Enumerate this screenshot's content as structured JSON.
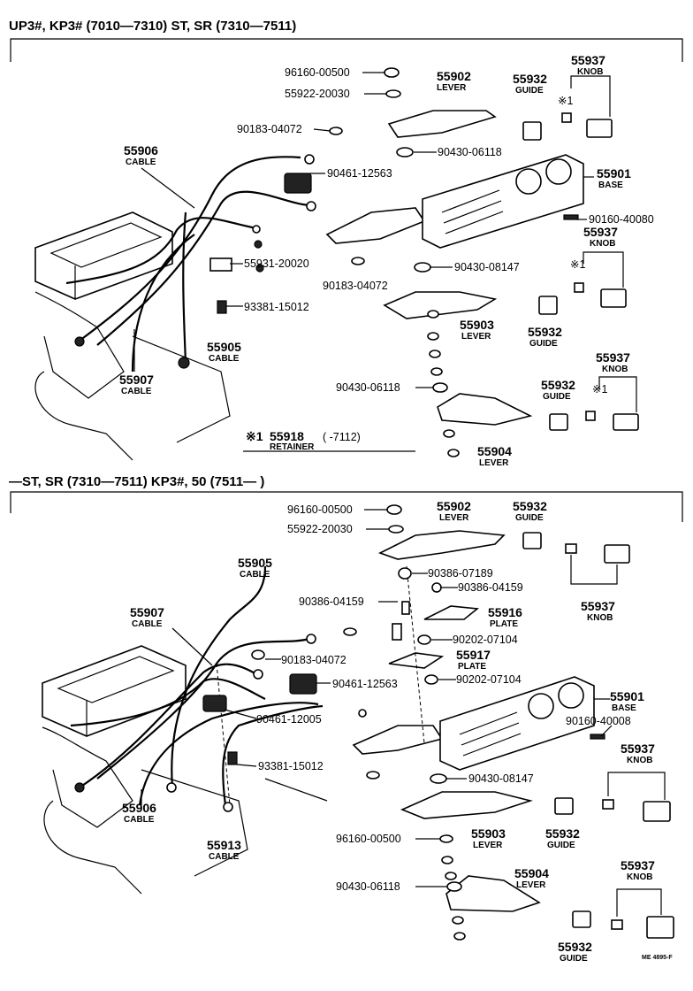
{
  "sections": [
    {
      "header": "UP3#, KP3# (7010—7310)  ST, SR (7310—7511)",
      "labels": [
        {
          "id": "s1-96160-00500",
          "text": "96160-00500"
        },
        {
          "id": "s1-55922-20030",
          "text": "55922-20030"
        },
        {
          "id": "s1-55902",
          "text": "55902",
          "sub": "LEVER"
        },
        {
          "id": "s1-55932-a",
          "text": "55932",
          "sub": "GUIDE"
        },
        {
          "id": "s1-55937-a",
          "text": "55937",
          "sub": "KNOB"
        },
        {
          "id": "s1-star1-a",
          "text": "※1"
        },
        {
          "id": "s1-90183-04072-a",
          "text": "90183-04072"
        },
        {
          "id": "s1-55906",
          "text": "55906",
          "sub": "CABLE"
        },
        {
          "id": "s1-90430-06118-a",
          "text": "90430-06118"
        },
        {
          "id": "s1-90461-12563",
          "text": "90461-12563"
        },
        {
          "id": "s1-55901",
          "text": "55901",
          "sub": "BASE"
        },
        {
          "id": "s1-90160-40080",
          "text": "90160-40080"
        },
        {
          "id": "s1-55937-b",
          "text": "55937",
          "sub": "KNOB"
        },
        {
          "id": "s1-55931-20020",
          "text": "55931-20020"
        },
        {
          "id": "s1-star1-b",
          "text": "※1"
        },
        {
          "id": "s1-90183-04072-b",
          "text": "90183-04072"
        },
        {
          "id": "s1-90430-08147",
          "text": "90430-08147"
        },
        {
          "id": "s1-93381-15012",
          "text": "93381-15012"
        },
        {
          "id": "s1-55903",
          "text": "55903",
          "sub": "LEVER"
        },
        {
          "id": "s1-55932-b",
          "text": "55932",
          "sub": "GUIDE"
        },
        {
          "id": "s1-55905",
          "text": "55905",
          "sub": "CABLE"
        },
        {
          "id": "s1-55937-c",
          "text": "55937",
          "sub": "KNOB"
        },
        {
          "id": "s1-55907",
          "text": "55907",
          "sub": "CABLE"
        },
        {
          "id": "s1-90430-06118-b",
          "text": "90430-06118"
        },
        {
          "id": "s1-55932-c",
          "text": "55932",
          "sub": "GUIDE"
        },
        {
          "id": "s1-star1-c",
          "text": "※1"
        },
        {
          "id": "s1-55904",
          "text": "55904",
          "sub": "LEVER"
        }
      ],
      "note": {
        "mark": "※1",
        "part": "55918",
        "range": "(       -7112)",
        "sub": "RETAINER"
      }
    },
    {
      "header": "—ST, SR (7310—7511)  KP3#, 50 (7511—        )",
      "labels": [
        {
          "id": "s2-96160-00500-a",
          "text": "96160-00500"
        },
        {
          "id": "s2-55922-20030",
          "text": "55922-20030"
        },
        {
          "id": "s2-55902",
          "text": "55902",
          "sub": "LEVER"
        },
        {
          "id": "s2-55932-a",
          "text": "55932",
          "sub": "GUIDE"
        },
        {
          "id": "s2-55905",
          "text": "55905",
          "sub": "CABLE"
        },
        {
          "id": "s2-90386-07189",
          "text": "90386-07189"
        },
        {
          "id": "s2-90386-04159-a",
          "text": "90386-04159"
        },
        {
          "id": "s2-90386-04159-b",
          "text": "90386-04159"
        },
        {
          "id": "s2-55937-a",
          "text": "55937",
          "sub": "KNOB"
        },
        {
          "id": "s2-55907",
          "text": "55907",
          "sub": "CABLE"
        },
        {
          "id": "s2-55916",
          "text": "55916",
          "sub": "PLATE"
        },
        {
          "id": "s2-90202-07104-a",
          "text": "90202-07104"
        },
        {
          "id": "s2-55917",
          "text": "55917",
          "sub": "PLATE"
        },
        {
          "id": "s2-90183-04072",
          "text": "90183-04072"
        },
        {
          "id": "s2-90461-12563",
          "text": "90461-12563"
        },
        {
          "id": "s2-90202-07104-b",
          "text": "90202-07104"
        },
        {
          "id": "s2-55901",
          "text": "55901",
          "sub": "BASE"
        },
        {
          "id": "s2-90461-12005",
          "text": "90461-12005"
        },
        {
          "id": "s2-90160-40008",
          "text": "90160-40008"
        },
        {
          "id": "s2-93381-15012",
          "text": "93381-15012"
        },
        {
          "id": "s2-55937-b",
          "text": "55937",
          "sub": "KNOB"
        },
        {
          "id": "s2-55906",
          "text": "55906",
          "sub": "CABLE"
        },
        {
          "id": "s2-90430-08147",
          "text": "90430-08147"
        },
        {
          "id": "s2-55903",
          "text": "55903",
          "sub": "LEVER"
        },
        {
          "id": "s2-55932-b",
          "text": "55932",
          "sub": "GUIDE"
        },
        {
          "id": "s2-96160-00500-b",
          "text": "96160-00500"
        },
        {
          "id": "s2-55913",
          "text": "55913",
          "sub": "CABLE"
        },
        {
          "id": "s2-55904",
          "text": "55904",
          "sub": "LEVER"
        },
        {
          "id": "s2-90430-06118",
          "text": "90430-06118"
        },
        {
          "id": "s2-55937-c",
          "text": "55937",
          "sub": "KNOB"
        },
        {
          "id": "s2-55932-c",
          "text": "55932",
          "sub": "GUIDE"
        }
      ]
    }
  ],
  "footer_code": "ME 4895-F"
}
